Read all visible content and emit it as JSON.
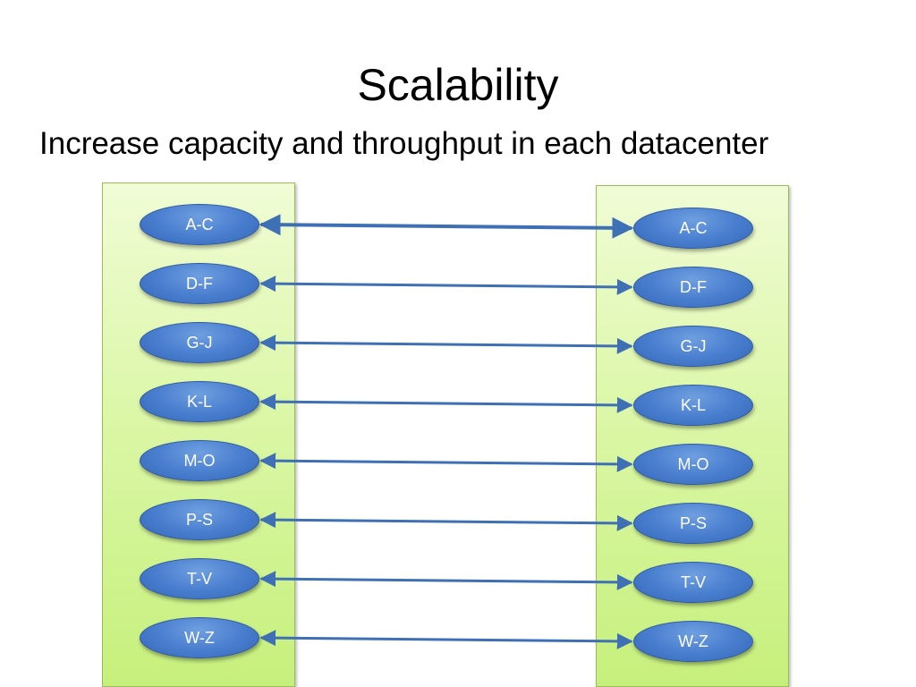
{
  "slide": {
    "title": "Scalability",
    "subtitle": "Increase capacity and throughput in each datacenter"
  },
  "diagram": {
    "left_nodes": [
      "A-C",
      "D-F",
      "G-J",
      "K-L",
      "M-O",
      "P-S",
      "T-V",
      "W-Z"
    ],
    "right_nodes": [
      "A-C",
      "D-F",
      "G-J",
      "K-L",
      "M-O",
      "P-S",
      "T-V",
      "W-Z"
    ],
    "links": [
      {
        "from": "A-C",
        "to": "A-C",
        "direction": "both"
      },
      {
        "from": "D-F",
        "to": "D-F",
        "direction": "both"
      },
      {
        "from": "G-J",
        "to": "G-J",
        "direction": "both"
      },
      {
        "from": "K-L",
        "to": "K-L",
        "direction": "both"
      },
      {
        "from": "M-O",
        "to": "M-O",
        "direction": "both"
      },
      {
        "from": "P-S",
        "to": "P-S",
        "direction": "both"
      },
      {
        "from": "T-V",
        "to": "T-V",
        "direction": "both"
      },
      {
        "from": "W-Z",
        "to": "W-Z",
        "direction": "both"
      }
    ],
    "colors": {
      "panel_border": "#9bbb59",
      "panel_fill": "#d7f59b",
      "node_fill": "#4a7fd0",
      "link_color": "#3f6fb5"
    }
  }
}
